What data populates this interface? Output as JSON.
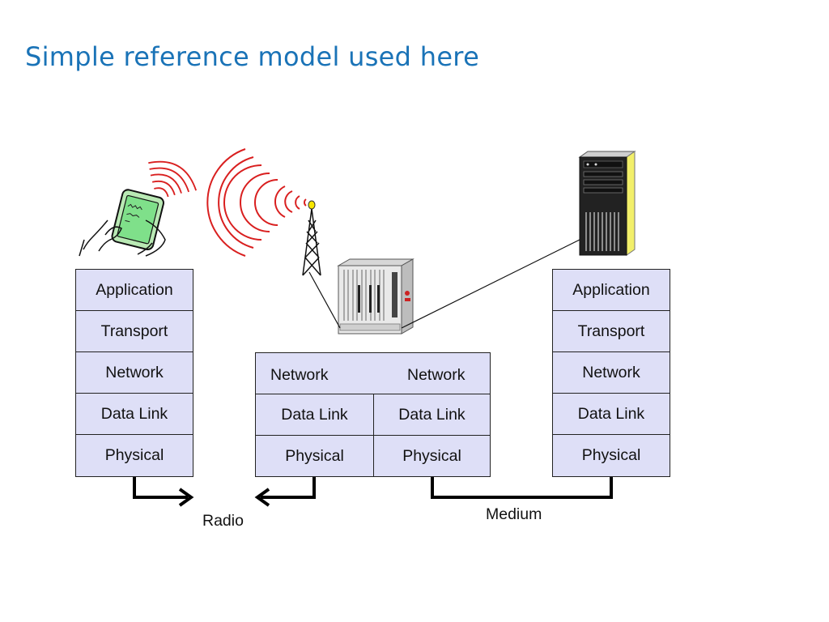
{
  "title": "Simple reference model used here",
  "left_stack": [
    "Application",
    "Transport",
    "Network",
    "Data Link",
    "Physical"
  ],
  "router_stack": {
    "left": [
      "Network",
      "Data Link",
      "Physical"
    ],
    "right": [
      "Network",
      "Data Link",
      "Physical"
    ]
  },
  "right_stack": [
    "Application",
    "Transport",
    "Network",
    "Data Link",
    "Physical"
  ],
  "links": {
    "radio_label": "Radio",
    "medium_label": "Medium"
  },
  "colors": {
    "title": "#1a73b7",
    "layer_fill": "#dedff7",
    "radio_waves": "#d91f1f"
  },
  "icons": [
    "handheld-device-icon",
    "radio-tower-icon",
    "router-chassis-icon",
    "server-tower-icon"
  ]
}
